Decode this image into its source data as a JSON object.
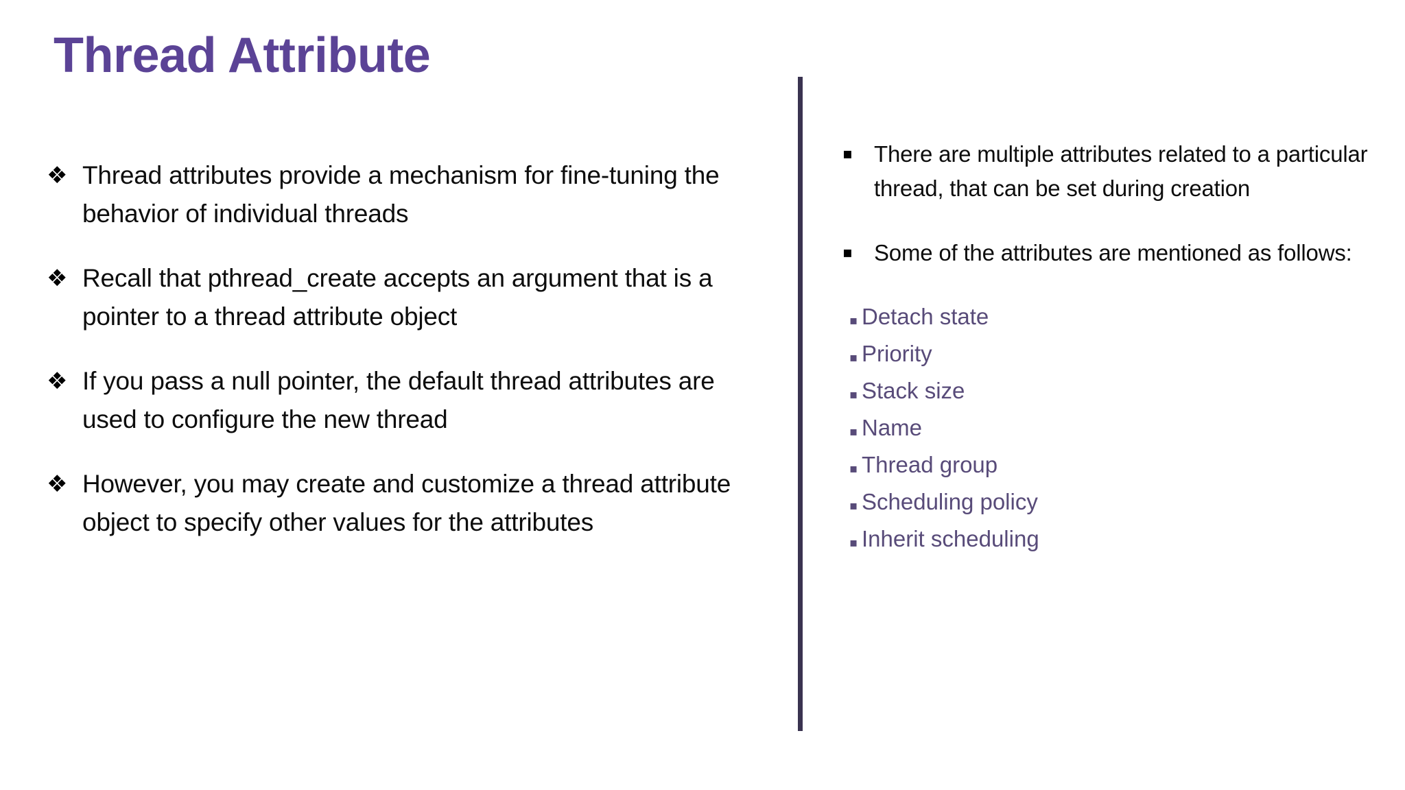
{
  "slide": {
    "title": "Thread Attribute",
    "title_color": "#5B4396",
    "background_color": "#ffffff",
    "divider_color": "#3A3350",
    "body_text_color": "#0d0d0d",
    "sublist_color": "#584B79"
  },
  "left_column": {
    "bullet_marker": "❖",
    "items": [
      {
        "text": "Thread attributes provide a mechanism for fine-tuning the behavior of individual threads"
      },
      {
        "text": "Recall that pthread_create accepts an argument that is a pointer to a thread attribute object"
      },
      {
        "text": "If you pass a null pointer, the default thread attributes are used to configure the new thread"
      },
      {
        "text": "However, you may create and customize a thread attribute object to specify other values for the attributes"
      }
    ]
  },
  "right_column": {
    "bullet_marker": "▪",
    "items": [
      {
        "text": "There are multiple attributes related to a particular thread, that can be set during creation"
      },
      {
        "text": "Some of the attributes are mentioned as follows:"
      }
    ],
    "sublist": {
      "marker": "▪",
      "items": [
        {
          "label": "Detach state"
        },
        {
          "label": "Priority"
        },
        {
          "label": "Stack size"
        },
        {
          "label": "Name"
        },
        {
          "label": "Thread group"
        },
        {
          "label": "Scheduling policy"
        },
        {
          "label": "Inherit scheduling"
        }
      ]
    }
  }
}
